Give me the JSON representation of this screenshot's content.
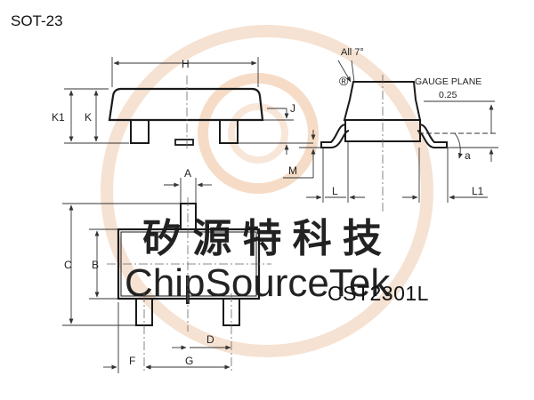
{
  "package_name": "SOT-23",
  "part_number": "CST2301L",
  "angle_note": "All 7°",
  "gauge_plane": {
    "label": "GAUGE PLANE",
    "value": "0.25"
  },
  "dimension_labels": {
    "H": "H",
    "K1": "K1",
    "K": "K",
    "J": "J",
    "M": "M",
    "L": "L",
    "L1": "L1",
    "a": "a",
    "A": "A",
    "B": "B",
    "C": "C",
    "D": "D",
    "F": "F",
    "G": "G"
  },
  "watermark": {
    "chinese": "矽 源 特 科 技",
    "latin": "ChipSourceTek",
    "registered": "®"
  },
  "colors": {
    "line": "#1a1a1a",
    "dimension": "#333333",
    "watermark": "#f3d9c4",
    "watermark_text": "#cfcfcf"
  }
}
